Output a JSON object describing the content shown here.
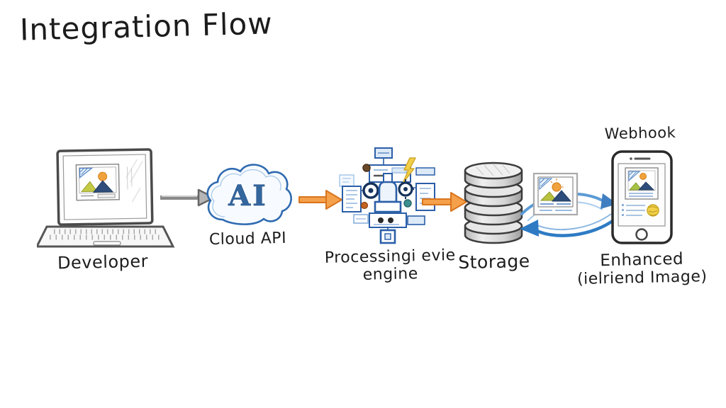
{
  "title": "Integration Flow",
  "nodes": {
    "developer": {
      "label": "Developer",
      "icon": "laptop-icon"
    },
    "cloud": {
      "badge": "AI",
      "label": "Cloud API",
      "icon": "cloud-icon"
    },
    "engine": {
      "label_line1": "Processingi evie",
      "label_line2": "engine",
      "icon": "machine-icon"
    },
    "storage": {
      "label": "Storage",
      "icon": "database-icon"
    },
    "delivery": {
      "label_top": "Webhook",
      "label_line1": "Enhanced",
      "label_line2": "(ielriend Image)",
      "icon": "smartphone-icon"
    }
  },
  "flow": [
    {
      "from": "developer",
      "to": "cloud",
      "style": "gray-sketch-arrow"
    },
    {
      "from": "cloud",
      "to": "engine",
      "style": "orange-arrow"
    },
    {
      "from": "engine",
      "to": "storage",
      "style": "orange-arrow"
    },
    {
      "from": "storage",
      "to": "delivery",
      "style": "blue-curved-arrow"
    },
    {
      "from": "delivery",
      "to": "storage",
      "style": "blue-curved-arrow"
    }
  ],
  "colors": {
    "ink": "#1c1c1c",
    "sketch_blue": "#2f6bb0",
    "arrow_gray": "#8a8a8a",
    "arrow_orange": "#f5a04a",
    "arrow_orange_outline": "#d9751e",
    "arrow_blue": "#3f7fc1",
    "photo_orange": "#f0a23c",
    "photo_navy": "#2e4d7b",
    "photo_green": "#b9c23f",
    "highlight_yellow": "#f2d04a"
  }
}
